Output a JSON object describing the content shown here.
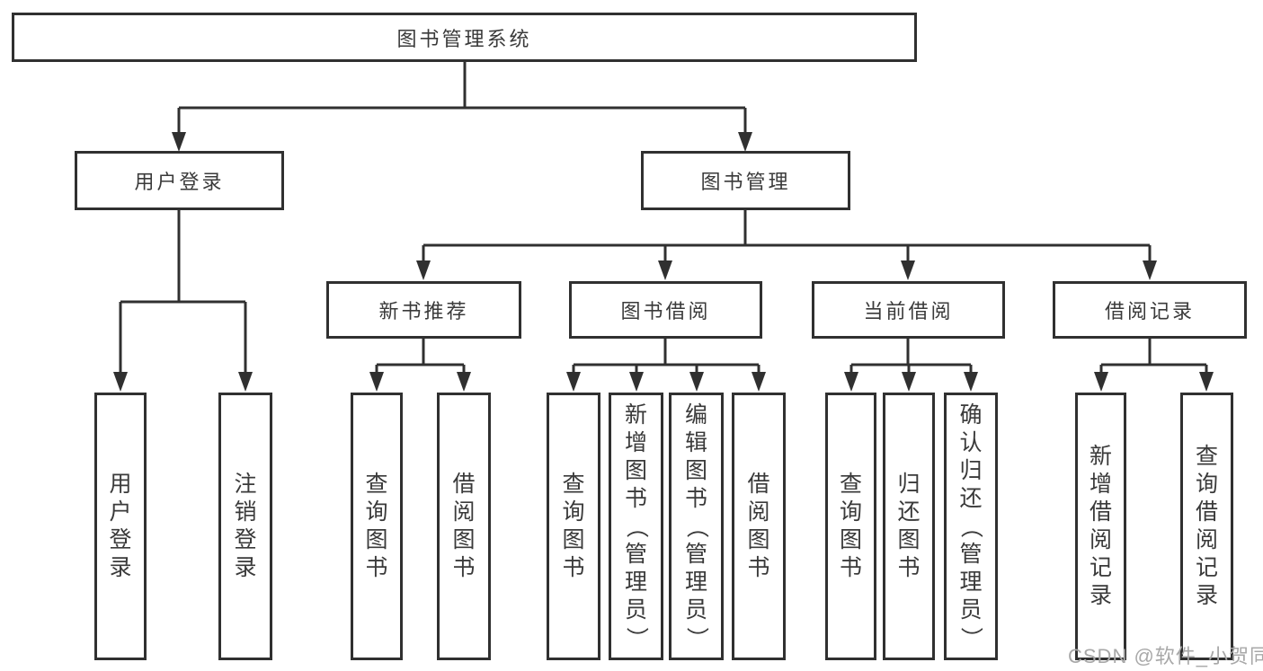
{
  "tree": {
    "root": {
      "label": "图书管理系统"
    },
    "branches": [
      {
        "label": "用户登录",
        "children": [
          "用户登录",
          "注销登录"
        ]
      },
      {
        "label": "图书管理",
        "groups": [
          {
            "label": "新书推荐",
            "children": [
              "查询图书",
              "借阅图书"
            ]
          },
          {
            "label": "图书借阅",
            "children": [
              "查询图书",
              "新增图书（管理员）",
              "编辑图书（管理员）",
              "借阅图书"
            ]
          },
          {
            "label": "当前借阅",
            "children": [
              "查询图书",
              "归还图书",
              "确认归还（管理员）"
            ]
          },
          {
            "label": "借阅记录",
            "children": [
              "新增借阅记录",
              "查询借阅记录"
            ]
          }
        ]
      }
    ]
  },
  "watermark": "CSDN @软件_小贺同学",
  "colors": {
    "line": "#303030",
    "text": "#3a3a3a",
    "watermark": "#a8a8a8",
    "background": "#ffffff"
  }
}
